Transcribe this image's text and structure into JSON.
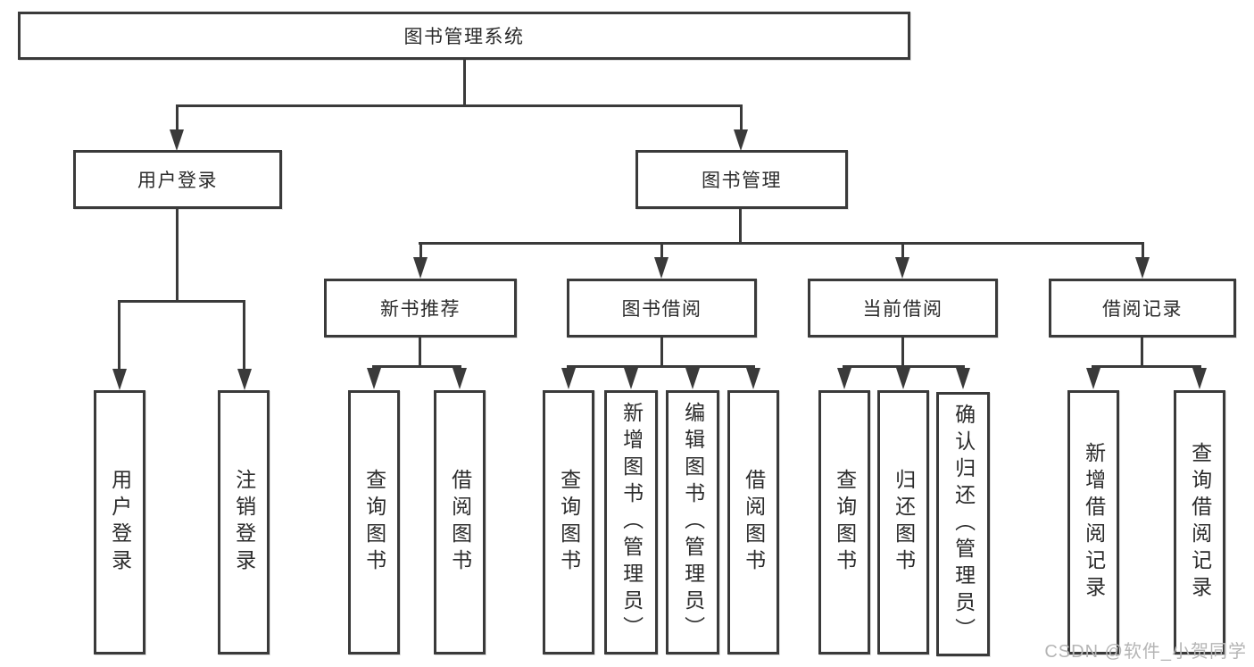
{
  "diagram_title": "图书管理系统",
  "colors": {
    "line": "#3a3a3a",
    "text": "#2b2b2b",
    "watermark": "#b5b5b5",
    "background": "#ffffff"
  },
  "root": "图书管理系统",
  "level2": [
    "用户登录",
    "图书管理"
  ],
  "level3": [
    "新书推荐",
    "图书借阅",
    "当前借阅",
    "借阅记录"
  ],
  "leaves": {
    "userLogin": [
      "用户登录",
      "注销登录"
    ],
    "newBooks": [
      "查询图书",
      "借阅图书"
    ],
    "bookBorrow": [
      "查询图书",
      "新增图书（管理员）",
      "编辑图书（管理员）",
      "借阅图书"
    ],
    "currentBorrow": [
      "查询图书",
      "归还图书",
      "确认归还（管理员）"
    ],
    "borrowRecords": [
      "新增借阅记录",
      "查询借阅记录"
    ]
  },
  "watermark": "CSDN @软件_小贺同学"
}
